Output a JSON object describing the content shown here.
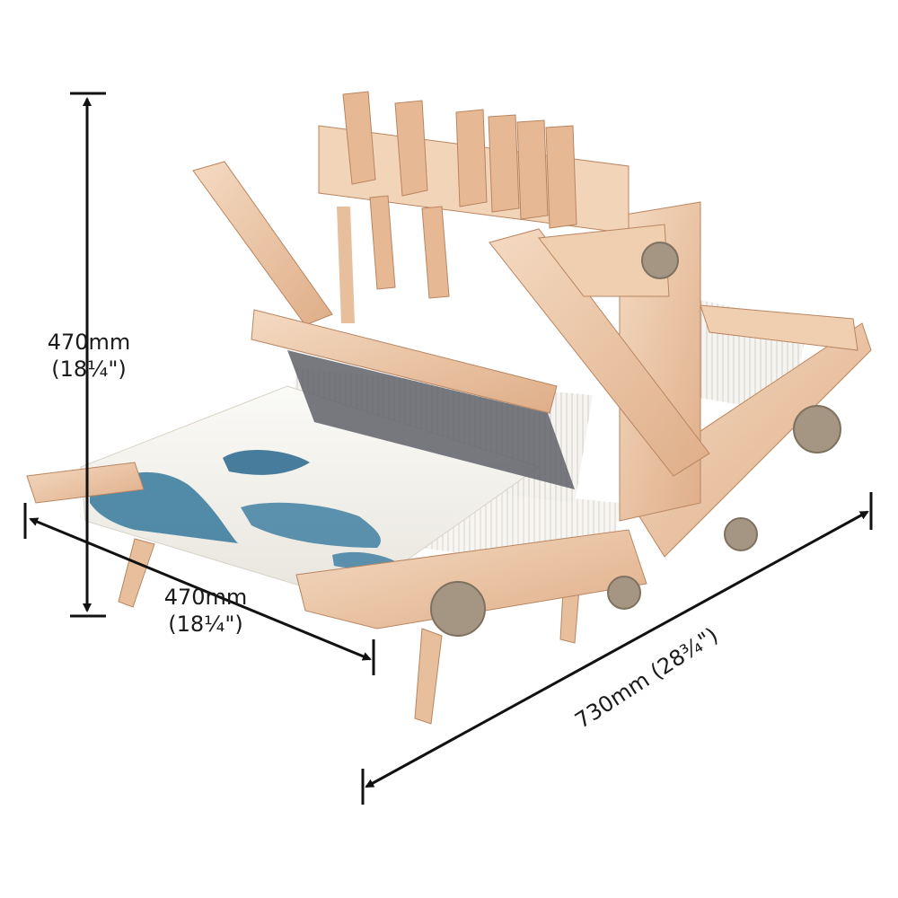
{
  "dimensions": {
    "height": {
      "metric": "470mm",
      "imperial": "(18¼\")"
    },
    "depth": {
      "metric": "470mm",
      "imperial": "(18¼\")"
    },
    "width": {
      "text": "730mm (28¾\")"
    }
  },
  "colors": {
    "wood_light": "#f1d2b6",
    "wood_mid": "#e3b592",
    "wood_dark": "#c98f66",
    "knob": "#a59683",
    "cloth": "#f2f0ea",
    "pattern_blue": "#3f7fa0",
    "arrow": "#111111"
  }
}
